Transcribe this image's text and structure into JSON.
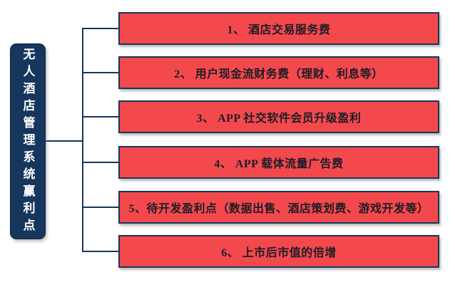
{
  "diagram": {
    "type": "hierarchy",
    "root": {
      "label": "无人酒店管理系统赢利点"
    },
    "items": [
      {
        "label": "1、 酒店交易服务费"
      },
      {
        "label": "2、 用户现金流财务费（理财、利息等）"
      },
      {
        "label": "3、 APP 社交软件会员升级盈利"
      },
      {
        "label": "4、 APP 载体流量广告费"
      },
      {
        "label": "5、待开发盈利点（数据出售、酒店策划费、游戏开发等）"
      },
      {
        "label": "6、 上市后市值的倍增"
      }
    ],
    "colors": {
      "root_fill": "#17365D",
      "root_text": "#FFFFFF",
      "branch_fill": "#F4494C",
      "branch_border": "#17365D",
      "branch_text": "#1C1C28",
      "connector": "#17365D",
      "background": "#FFFFFF"
    }
  }
}
